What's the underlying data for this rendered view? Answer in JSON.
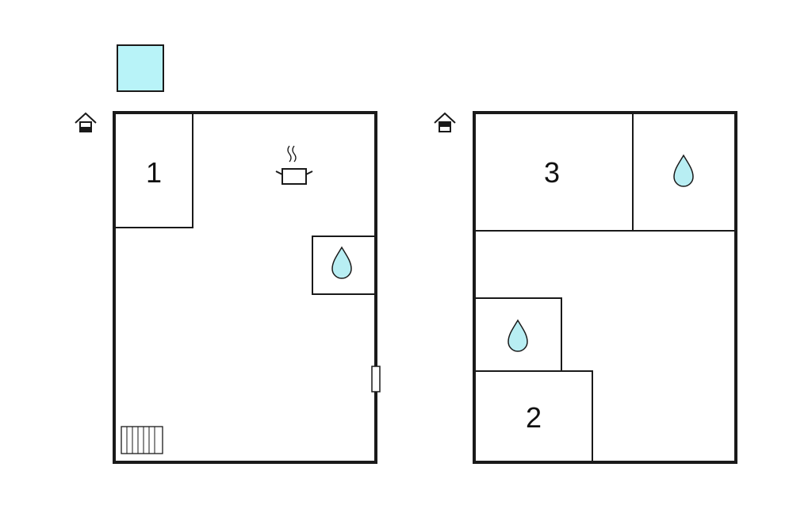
{
  "colors": {
    "wall": "#1a1a1a",
    "water": "#b8eef3",
    "outdoor": "#b8f3f8",
    "background": "#ffffff"
  },
  "legend": {
    "icon": "pool-square"
  },
  "floors": [
    {
      "name": "",
      "entrance_icon": "house-entrance-icon",
      "rooms": [
        {
          "label": "1",
          "icon": ""
        },
        {
          "label": "",
          "icon": "kitchen-pot-icon"
        },
        {
          "label": "",
          "icon": "water-drop-icon"
        },
        {
          "label": "",
          "icon": "stairs-icon"
        },
        {
          "label": "",
          "icon": "door-icon"
        }
      ]
    },
    {
      "name": "",
      "entrance_icon": "house-entrance-icon",
      "rooms": [
        {
          "label": "3",
          "icon": ""
        },
        {
          "label": "",
          "icon": "water-drop-icon"
        },
        {
          "label": "",
          "icon": "water-drop-icon"
        },
        {
          "label": "2",
          "icon": ""
        }
      ]
    }
  ]
}
